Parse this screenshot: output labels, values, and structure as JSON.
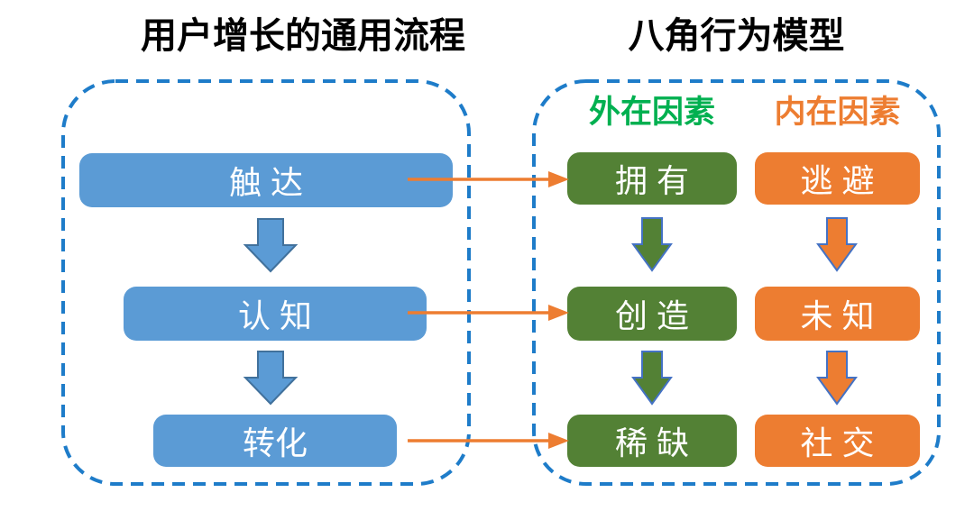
{
  "left_panel": {
    "title": "用户增长的通用流程",
    "steps": [
      {
        "label": "触 达"
      },
      {
        "label": "认 知"
      },
      {
        "label": "转化"
      }
    ]
  },
  "right_panel": {
    "title": "八角行为模型",
    "columns": [
      {
        "header": "外在因素",
        "items": [
          "拥 有",
          "创 造",
          "稀 缺"
        ]
      },
      {
        "header": "内在因素",
        "items": [
          "逃 避",
          "未 知",
          "社 交"
        ]
      }
    ]
  },
  "colors": {
    "flow_box_blue": "#5B9BD5",
    "flow_arrow_outline": "#41719C",
    "external_box_green": "#538135",
    "external_header_green": "#00B050",
    "internal_orange": "#ED7D31",
    "dashed_border_blue": "#1E7CC9",
    "title_black": "#000000",
    "box_text_white": "#FFFFFF"
  }
}
